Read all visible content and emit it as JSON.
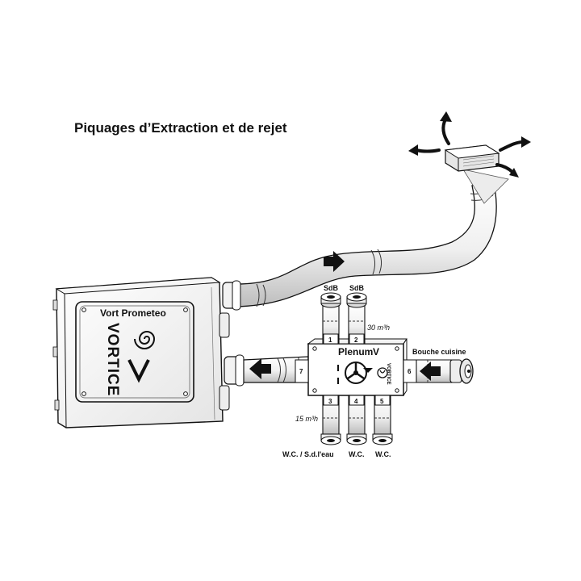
{
  "title": "Piquages d’Extraction et de rejet",
  "unit": {
    "brand_model": "Vort Prometeo",
    "brand_logo": "VORTICE"
  },
  "plenum": {
    "name": "Plenum",
    "logo_short": "V",
    "logo_name": "VORTICE",
    "ports": [
      {
        "number": "1",
        "label": "SdB"
      },
      {
        "number": "2",
        "label": "SdB"
      },
      {
        "number": "3",
        "label": "W.C. / S.d.l'eau"
      },
      {
        "number": "4",
        "label": "W.C."
      },
      {
        "number": "5",
        "label": "W.C."
      },
      {
        "number": "6",
        "label": "Bouche cuisine"
      },
      {
        "number": "7",
        "label": ""
      }
    ],
    "flow_top": "30 m³h",
    "flow_bottom": "15 m³h"
  },
  "icons": [
    "vortice-logo-icon",
    "flow-arrow-icon",
    "spiral-icon",
    "fan-icon"
  ],
  "colors": {
    "line": "#111111",
    "fill": "#ffffff",
    "shade": "#d9d9d9"
  }
}
